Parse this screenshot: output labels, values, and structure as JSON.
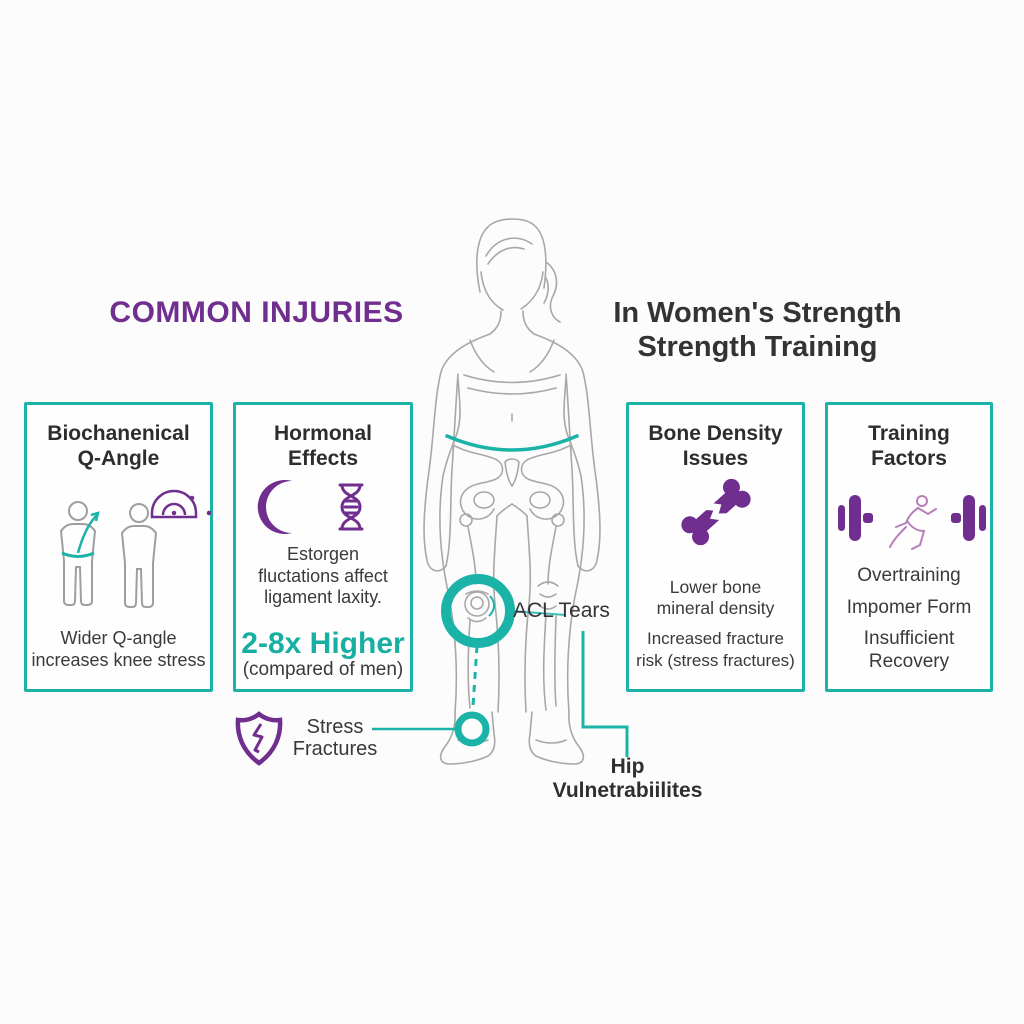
{
  "header": {
    "title_left": "COMMON INJURIES",
    "title_right_line1": "In Women's Strength",
    "title_right_line2": "Strength Training"
  },
  "boxes": {
    "biomechanical": {
      "title_line1": "Biochanenical",
      "title_line2": "Q-Angle",
      "icons": [
        "figure-pair-icon",
        "protractor-icon"
      ],
      "body": "Wider Q-angle increases knee stress"
    },
    "hormonal": {
      "title_line1": "Hormonal",
      "title_line2": "Effects",
      "icons": [
        "crescent-moon-icon",
        "dna-icon"
      ],
      "body": "Estorgen fluctations affect ligament laxity.",
      "stat": "2-8x Higher",
      "stat_note": "(compared of men)"
    },
    "bone_density": {
      "title_line1": "Bone Density",
      "title_line2": "Issues",
      "icons": [
        "broken-bone-icon"
      ],
      "body1": "Lower bone mineral density",
      "body2": "Increased fracture risk (stress fractures)"
    },
    "training": {
      "title_line1": "Training",
      "title_line2": "Factors",
      "icons": [
        "dumbbell-left-icon",
        "runner-icon",
        "dumbbell-right-icon"
      ],
      "items": [
        "Overtraining",
        "Impomer Form",
        "Insufficient Recovery"
      ]
    }
  },
  "annotations": {
    "acl_label": "ACL Tears",
    "stress_label_line1": "Stress",
    "stress_label_line2": "Fractures",
    "hip_label_line1": "Hip",
    "hip_label_line2": "Vulnetrabiilites"
  },
  "colors": {
    "purple": "#702f8e",
    "teal": "#1bb3a8",
    "dark_text": "#333333",
    "figure_line": "#a8a8a8"
  }
}
